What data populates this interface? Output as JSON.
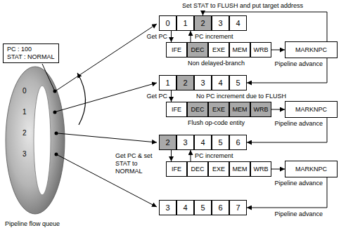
{
  "diagram": {
    "nodes": [
      {
        "text": [
          "PC : 100",
          "STAT : NORMAL"
        ]
      },
      {
        "text": [
          "0"
        ]
      },
      {
        "text": [
          "1"
        ]
      },
      {
        "text": [
          "2"
        ]
      },
      {
        "text": [
          "3"
        ]
      },
      {
        "text": [
          "4"
        ]
      },
      {
        "text": [
          "IFE"
        ]
      },
      {
        "text": [
          "DEC"
        ]
      },
      {
        "text": [
          "EXE"
        ]
      },
      {
        "text": [
          "MEM"
        ]
      },
      {
        "text": [
          "WRB"
        ]
      },
      {
        "text": [
          "MARKNPC"
        ]
      },
      {
        "text": [
          "1"
        ]
      },
      {
        "text": [
          "2"
        ]
      },
      {
        "text": [
          "3"
        ]
      },
      {
        "text": [
          "4"
        ]
      },
      {
        "text": [
          "5"
        ]
      },
      {
        "text": [
          "IFE"
        ]
      },
      {
        "text": [
          "DEC"
        ]
      },
      {
        "text": [
          "EXE"
        ]
      },
      {
        "text": [
          "MEM"
        ]
      },
      {
        "text": [
          "WRB"
        ]
      },
      {
        "text": [
          "MARKNPC"
        ]
      },
      {
        "text": [
          "2"
        ]
      },
      {
        "text": [
          "3"
        ]
      },
      {
        "text": [
          "4"
        ]
      },
      {
        "text": [
          "5"
        ]
      },
      {
        "text": [
          "6"
        ]
      },
      {
        "text": [
          "IFE"
        ]
      },
      {
        "text": [
          "DEC"
        ]
      },
      {
        "text": [
          "EXE"
        ]
      },
      {
        "text": [
          "MEM"
        ]
      },
      {
        "text": [
          "WRB"
        ]
      },
      {
        "text": [
          "MARKNPC"
        ]
      },
      {
        "text": [
          "3"
        ]
      },
      {
        "text": [
          "4"
        ]
      },
      {
        "text": [
          "5"
        ]
      },
      {
        "text": [
          "6"
        ]
      },
      {
        "text": [
          "7"
        ]
      }
    ],
    "edges": [
      {
        "from": 1,
        "to": 6,
        "arrow": "to",
        "label": "Get PC"
      },
      {
        "from": 7,
        "to": 2,
        "arrow": "to",
        "label": "PC increment"
      },
      {
        "from": 11,
        "to": 3,
        "arrow": "to",
        "label": "Set STAT to FLUSH and put target address"
      },
      {
        "from": 10,
        "to": 11,
        "arrow": "to"
      },
      {
        "from": 11,
        "to": 16,
        "arrow": "to",
        "label": "Pipeline advance"
      },
      {
        "from": 12,
        "to": 17,
        "arrow": "to",
        "label": "Get PC"
      },
      {
        "from": 21,
        "to": 22,
        "arrow": "to"
      },
      {
        "from": 22,
        "to": 27,
        "arrow": "to",
        "label": "Pipeline advance"
      },
      {
        "from": 23,
        "to": 28,
        "arrow": "to",
        "label": "Get PC & set STAT to NORMAL"
      },
      {
        "from": 29,
        "to": 24,
        "arrow": "to",
        "label": "PC increment"
      },
      {
        "from": 32,
        "to": 33,
        "arrow": "to"
      },
      {
        "from": 33,
        "to": 38,
        "arrow": "to",
        "label": "Pipeline advance"
      }
    ],
    "labels": [
      "0",
      "1",
      "2",
      "3",
      "Non delayed-branch",
      "No PC increment due to FLUSH",
      "Flush op-code entity",
      "Pipeline advance",
      "Pipeline flow queue"
    ]
  }
}
